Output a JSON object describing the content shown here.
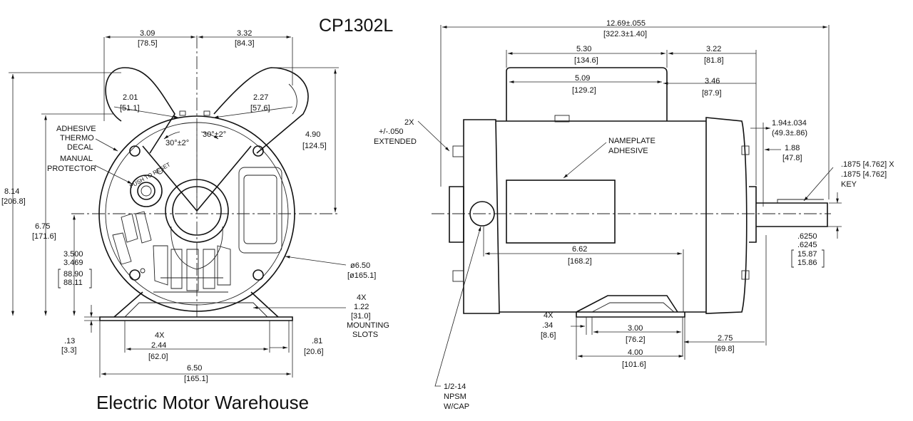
{
  "title": "CP1302L",
  "watermark": "Electric Motor Warehouse",
  "front_view": {
    "dim_top_left": [
      "3.09",
      "[78.5]"
    ],
    "dim_top_right": [
      "3.32",
      "[84.3]"
    ],
    "dim_foot_left": [
      "2.01",
      "[51.1]"
    ],
    "dim_foot_right": [
      "2.27",
      "[57.6]"
    ],
    "angle_left": "30°±2°",
    "angle_right": "30°±2°",
    "adhesive_label": [
      "ADHESIVE",
      "THERMO",
      "DECAL"
    ],
    "manual_label": [
      "MANUAL",
      "PROTECTOR"
    ],
    "protector_text": "PUSH TO RESET",
    "dim_height_right": [
      "4.90",
      "[124.5]"
    ],
    "dim_overall_height": [
      "8.14",
      "[206.8]"
    ],
    "dim_height_675": [
      "6.75",
      "[171.6]"
    ],
    "dim_shaft_height": [
      "3.500",
      "3.469",
      "88.90",
      "88.11"
    ],
    "dim_diameter": [
      "ø6.50",
      "[ø165.1]"
    ],
    "dim_slots": [
      "4X",
      "1.22",
      "[31.0]",
      "MOUNTING",
      "SLOTS"
    ],
    "dim_base_thk": [
      ".13",
      "[3.3]"
    ],
    "dim_244": [
      "4X",
      "2.44",
      "[62.0]"
    ],
    "dim_081": [
      ".81",
      "[20.6]"
    ],
    "dim_650": [
      "6.50",
      "[165.1]"
    ]
  },
  "side_view": {
    "dim_overall": [
      "12.69±.055",
      "[322.3±1.40]"
    ],
    "dim_530": [
      "5.30",
      "[134.6]"
    ],
    "dim_509": [
      "5.09",
      "[129.2]"
    ],
    "dim_322": [
      "3.22",
      "[81.8]"
    ],
    "dim_346": [
      "3.46",
      "[87.9]"
    ],
    "dim_extended": [
      "2X",
      "+/-.050",
      "EXTENDED"
    ],
    "nameplate": [
      "NAMEPLATE",
      "ADHESIVE"
    ],
    "dim_194": [
      "1.94±.034",
      "(49.3±.86)"
    ],
    "dim_188": [
      "1.88",
      "[47.8]"
    ],
    "dim_key": [
      ".1875  [4.762]  X",
      ".1875  [4.762]",
      "KEY"
    ],
    "dim_shaft": [
      ".6250",
      ".6245",
      "15.87",
      "15.86"
    ],
    "dim_662": [
      "6.62",
      "[168.2]"
    ],
    "dim_034": [
      "4X",
      ".34",
      "[8.6]"
    ],
    "dim_300": [
      "3.00",
      "[76.2]"
    ],
    "dim_275": [
      "2.75",
      "[69.8]"
    ],
    "dim_400": [
      "4.00",
      "[101.6]"
    ],
    "dim_npsm": [
      "1/2-14",
      "NPSM",
      "W/CAP"
    ]
  }
}
